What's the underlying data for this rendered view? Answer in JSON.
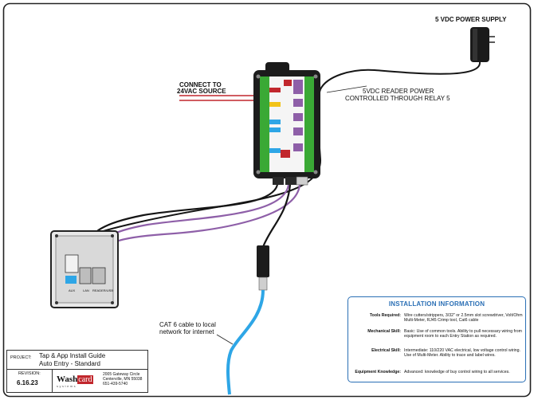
{
  "power_supply": {
    "label": "5 VDC POWER SUPPLY"
  },
  "ac_source": {
    "label_line1": "CONNECT TO",
    "label_line2": "24VAC SOURCE"
  },
  "reader_power": {
    "label_line1": "5VDC READER POWER",
    "label_line2": "CONTROLLED THROUGH RELAY 5"
  },
  "network": {
    "label_line1": "CAT 6 cable to local",
    "label_line2": "network for internet"
  },
  "reader_ports": {
    "label_left": "AUX",
    "label_mid": "LAN",
    "label_right": "READER/USB"
  },
  "installation": {
    "title": "INSTALLATION INFORMATION",
    "rows": [
      {
        "key": "Tools Required:",
        "value": "Wire cutters/strippers, 3/32\" or 2.5mm slot screwdriver, Volt/Ohm Multi-Meter, RJ45 Crimp tool, Cat6 cable"
      },
      {
        "key": "Mechanical Skill:",
        "value": "Basic: Use of common tools. Ability to pull necessary wiring from equipment room to each Entry Station as required."
      },
      {
        "key": "Electrical Skill:",
        "value": "Intermediate: 110/220 VAC electrical, low voltage control wiring. Use of Multi-Meter. Ability to trace and label wires."
      },
      {
        "key": "Equipment Knowledge:",
        "value": "Advanced: knowledge of buy control wiring to all services."
      }
    ]
  },
  "title_block": {
    "project_label": "PROJECT:",
    "project_line1": "Tap & App Install Guide",
    "project_line2": "Auto Entry - Standard",
    "revision_label": "REVISION:",
    "revision": "6.16.23",
    "logo_text_1": "Wash",
    "logo_text_2": "card",
    "logo_sub": "systems",
    "address_line1": "2005 Gateway Circle",
    "address_line2": "Centerville, MN 55038",
    "address_line3": "651-439-5740"
  },
  "colors": {
    "border": "#222222",
    "red_wire": "#c1272d",
    "purple_wire": "#8e5fa8",
    "cable_blue": "#2ea6e6",
    "accent_blue": "#2a6fb5",
    "terminal_green": "#3aa935"
  }
}
